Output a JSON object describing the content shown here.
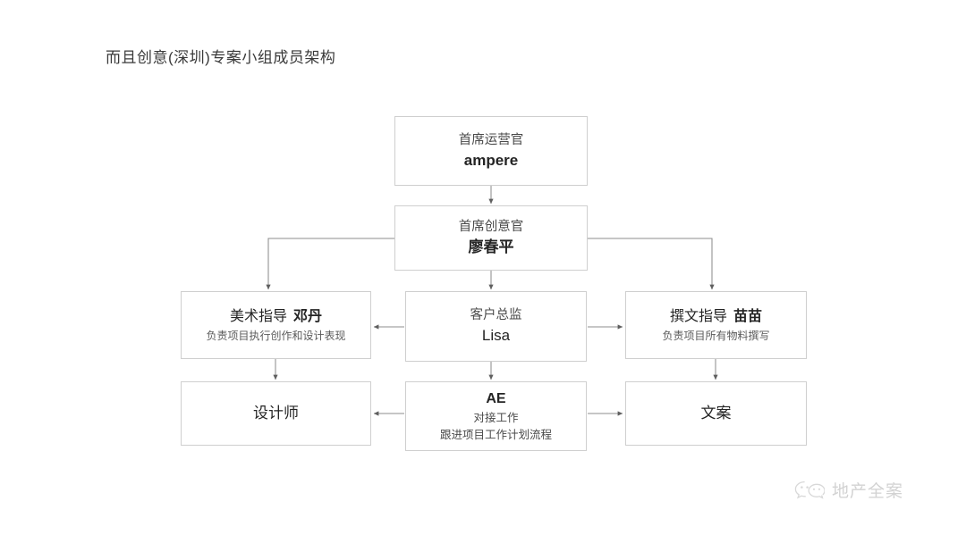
{
  "page": {
    "title": "而且创意(深圳)专案小组成员架构",
    "background_color": "#ffffff",
    "box_border_color": "#cfcfcf",
    "connector_color": "#6e6e6e",
    "text_color": "#3c3c3c"
  },
  "nodes": {
    "coo": {
      "role": "首席运营官",
      "name": "ampere"
    },
    "cco": {
      "role": "首席创意官",
      "name": "廖春平"
    },
    "art_director": {
      "role": "美术指导",
      "name": "邓丹",
      "desc": "负责项目执行创作和设计表现"
    },
    "account_director": {
      "role": "客户总监",
      "name": "Lisa"
    },
    "copy_director": {
      "role": "撰文指导",
      "name": "苗苗",
      "desc": "负责项目所有物料撰写"
    },
    "designer": {
      "label": "设计师"
    },
    "ae": {
      "title": "AE",
      "line1": "对接工作",
      "line2": "跟进项目工作计划流程"
    },
    "copywriter": {
      "label": "文案"
    }
  },
  "connectors": [
    {
      "from": "coo",
      "to": "cco",
      "style": "vertical-arrow"
    },
    {
      "from": "cco",
      "to": "art_director",
      "style": "elbow-left-arrow"
    },
    {
      "from": "cco",
      "to": "account_director",
      "style": "vertical-arrow"
    },
    {
      "from": "cco",
      "to": "copy_director",
      "style": "elbow-right-arrow"
    },
    {
      "from": "account_director",
      "to": "art_director",
      "style": "horizontal-left-arrow"
    },
    {
      "from": "account_director",
      "to": "copy_director",
      "style": "horizontal-right-arrow"
    },
    {
      "from": "art_director",
      "to": "designer",
      "style": "vertical-arrow"
    },
    {
      "from": "account_director",
      "to": "ae",
      "style": "vertical-arrow"
    },
    {
      "from": "copy_director",
      "to": "copywriter",
      "style": "vertical-arrow"
    },
    {
      "from": "ae",
      "to": "designer",
      "style": "horizontal-left-arrow"
    },
    {
      "from": "ae",
      "to": "copywriter",
      "style": "horizontal-right-arrow"
    }
  ],
  "watermark": {
    "icon": "wechat-icon",
    "text": "地产全案"
  }
}
